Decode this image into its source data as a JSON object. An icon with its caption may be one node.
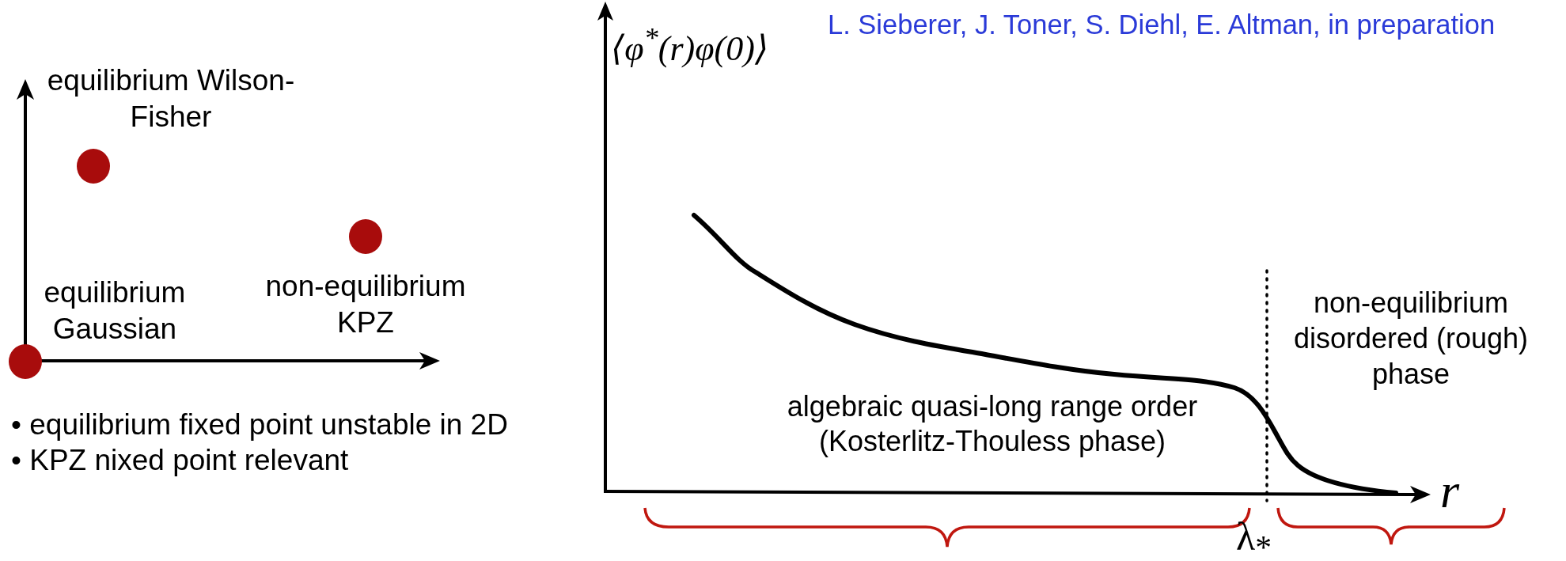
{
  "diagram": {
    "labels": [
      "equilibrium Wilson-Fisher",
      "⟨φ$^{*}$(r)φ(0)⟩",
      "L. Sieberer, J. Toner, S. Diehl, E. Altman, in preparation",
      "equilibrium Gaussian",
      "non-equilibrium KPZ",
      "non-equilibrium disordered (rough) phase",
      "algebraic quasi-long range order (Kosterlitz-Thouless phase)",
      "• equilibrium fixed point unstable in 2D",
      "• KPZ nixed point relevant",
      "r",
      "λ$_{*}$"
    ]
  }
}
